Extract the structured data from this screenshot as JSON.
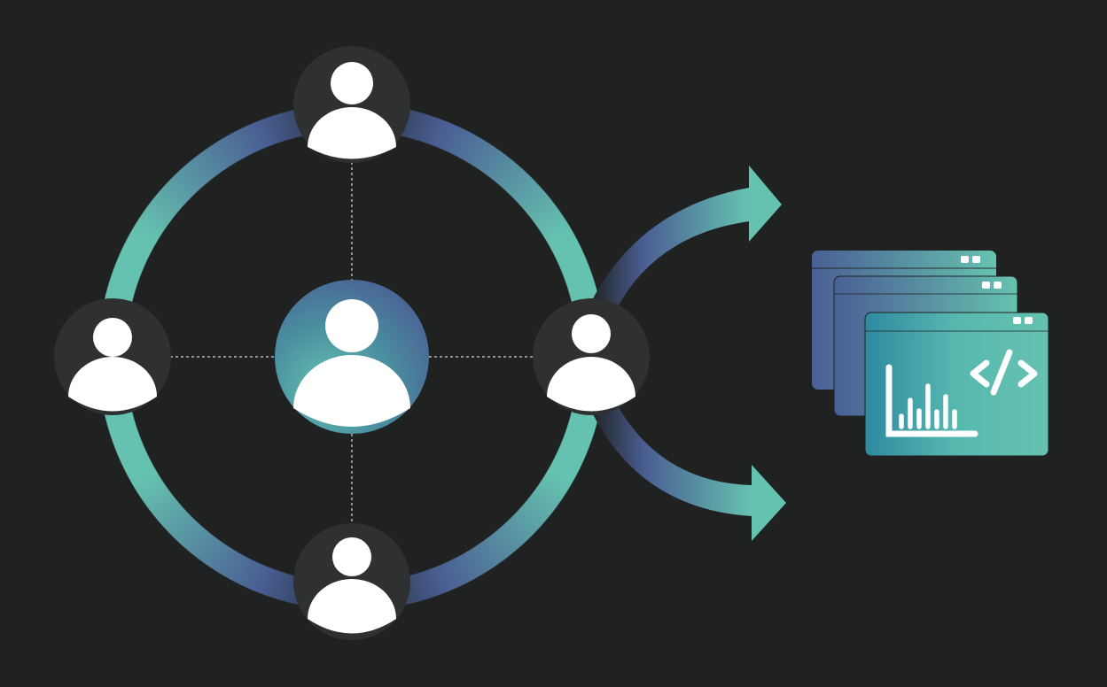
{
  "colors": {
    "background": "#202221",
    "teal": "#66c2b0",
    "blue": "#4a5f94",
    "node": "#2f3131",
    "icon": "#ffffff"
  },
  "nodes": [
    "top",
    "left",
    "right",
    "bottom",
    "center"
  ],
  "icons": [
    "user-icon",
    "window-icon",
    "bar-chart-icon",
    "code-icon",
    "arrow-icon"
  ]
}
